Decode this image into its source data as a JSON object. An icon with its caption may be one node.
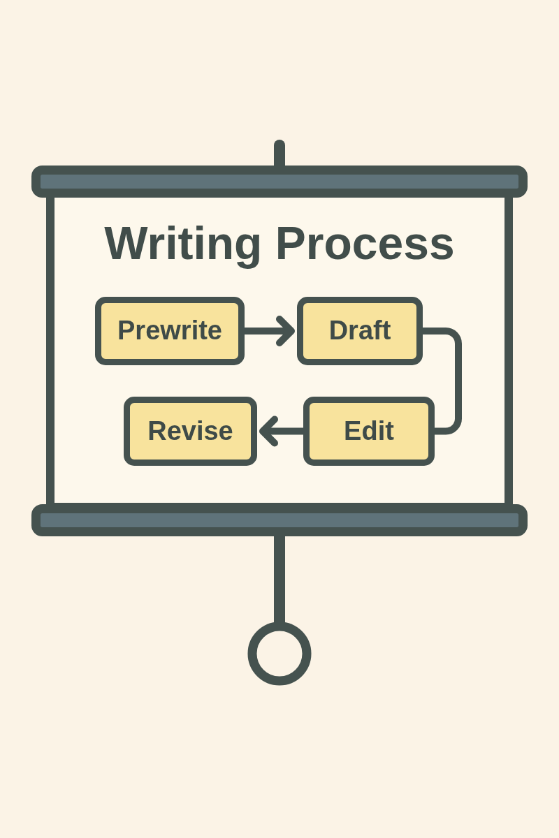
{
  "diagram": {
    "title": "Writing Process",
    "nodes": [
      {
        "text": [
          "Prewrite"
        ]
      },
      {
        "text": [
          "Draft"
        ]
      },
      {
        "text": [
          "Revise"
        ]
      },
      {
        "text": [
          "Edit"
        ]
      }
    ],
    "edges": [
      {
        "from": 0,
        "to": 1,
        "arrow": "to"
      },
      {
        "from": 1,
        "to": 3,
        "arrow": "none"
      },
      {
        "from": 3,
        "to": 2,
        "arrow": "to"
      }
    ]
  }
}
